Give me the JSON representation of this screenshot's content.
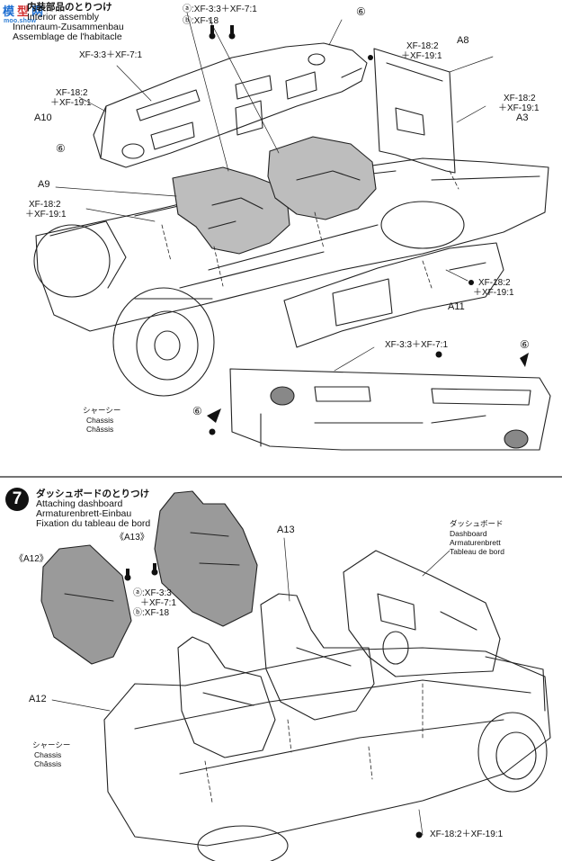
{
  "watermark": {
    "logo_chars": [
      "模",
      "型",
      "网"
    ],
    "logo_colors": [
      "#1f6fd1",
      "#d22f2f",
      "#1f6fd1"
    ],
    "url": "moo.show"
  },
  "step6": {
    "title_jp": "内装部品のとりつけ",
    "title_en": "Interior assembly",
    "title_de": "Innenraum-Zusammenbau",
    "title_fr": "Assemblage de l'habitacle",
    "paint_a": "ⓐ:XF-3:3＋XF-7:1",
    "paint_b": "ⓑ:XF-18",
    "paint_left": "XF-3:3＋XF-7:1",
    "paint_left2_l1": "XF-18:2",
    "paint_left2_l2": "＋XF-19:1",
    "paint_a9_l1": "XF-18:2",
    "paint_a9_l2": "＋XF-19:1",
    "paint_a8_l1": "XF-18:2",
    "paint_a8_l2": "＋XF-19:1",
    "paint_a3_l1": "XF-18:2",
    "paint_a3_l2": "＋XF-19:1",
    "paint_a11_l1": "XF-18:2",
    "paint_a11_l2": "＋XF-19:1",
    "paint_panel": "XF-3:3＋XF-7:1",
    "part_a10": "A10",
    "part_a9": "A9",
    "part_a8": "A8",
    "part_a3": "A3",
    "part_a11": "A11",
    "ref6": "⑥",
    "chassis_jp": "シャーシー",
    "chassis_en": "Chassis",
    "chassis_fr": "Châssis"
  },
  "step7": {
    "number": "7",
    "title_jp": "ダッシュボードのとりつけ",
    "title_en": "Attaching dashboard",
    "title_de": "Armaturenbrett-Einbau",
    "title_fr": "Fixation du tableau de bord",
    "part_a13_bracket": "《A13》",
    "part_a12_bracket": "《A12》",
    "paint_a": "ⓐ:XF-3:3",
    "paint_a2": "＋XF-7:1",
    "paint_b": "ⓑ:XF-18",
    "part_a13": "A13",
    "part_a12": "A12",
    "dash_jp": "ダッシュボード",
    "dash_en": "Dashboard",
    "dash_de": "Armaturenbrett",
    "dash_fr": "Tableau de bord",
    "chassis_jp": "シャーシー",
    "chassis_en": "Chassis",
    "chassis_fr": "Châssis",
    "paint_bottom": "XF-18:2＋XF-19:1"
  }
}
